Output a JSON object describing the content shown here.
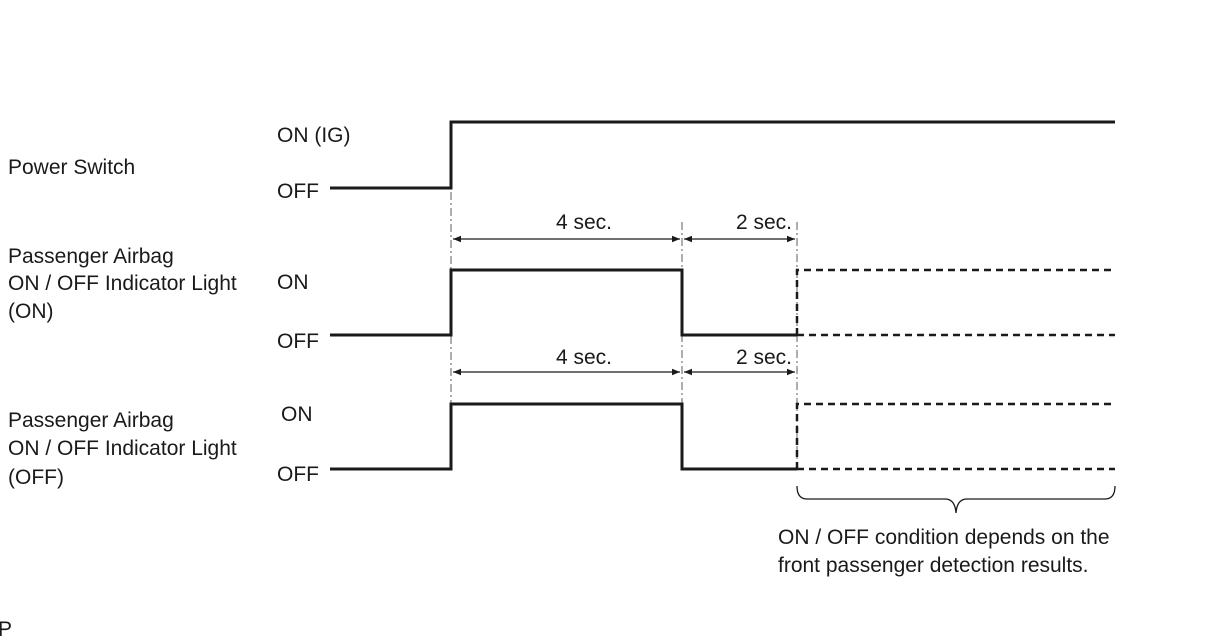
{
  "signals": [
    {
      "name": "Power Switch",
      "states": {
        "on": "ON (IG)",
        "off": "OFF"
      }
    },
    {
      "name_lines": [
        "Passenger Airbag",
        "ON / OFF Indicator Light",
        "(ON)"
      ],
      "states": {
        "on": "ON",
        "off": "OFF"
      },
      "intervals": [
        {
          "label": "4 sec."
        },
        {
          "label": "2 sec."
        }
      ]
    },
    {
      "name_lines": [
        "Passenger Airbag",
        "ON / OFF Indicator Light",
        "(OFF)"
      ],
      "states": {
        "on": "ON",
        "off": "OFF"
      },
      "intervals": [
        {
          "label": "4 sec."
        },
        {
          "label": "2 sec."
        }
      ]
    }
  ],
  "note_lines": [
    "ON / OFF condition depends on the",
    "front passenger detection results."
  ],
  "corner_mark": "P"
}
